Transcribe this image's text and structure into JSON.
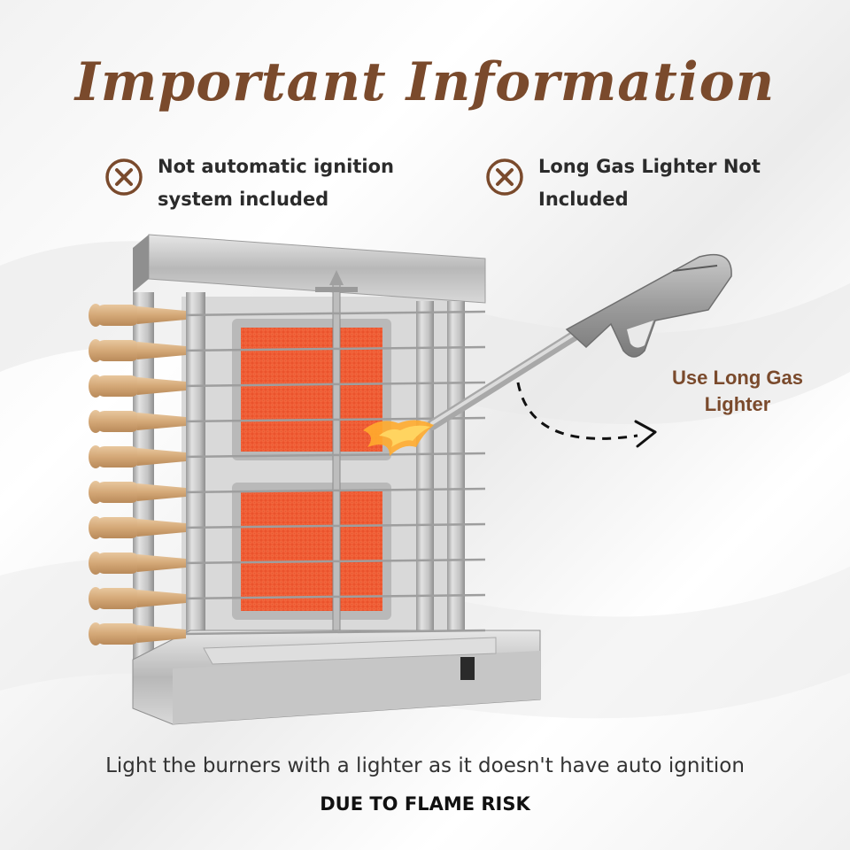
{
  "title": "Important Information",
  "notices": [
    {
      "text_line1": "Not automatic ignition",
      "text_line2": "system included",
      "icon": "x-circle-icon"
    },
    {
      "text_line1": "Long Gas Lighter Not",
      "text_line2": "Included",
      "icon": "x-circle-icon"
    }
  ],
  "use_label": {
    "line1": "Use  Long Gas",
    "line2": "Lighter"
  },
  "caption": "Light the burners with a lighter as it doesn't have auto ignition",
  "warning": "DUE TO FLAME RISK",
  "colors": {
    "accent_brown": "#7a4a2c",
    "burner": "#f2603a",
    "steel": "#c9c9c9"
  }
}
